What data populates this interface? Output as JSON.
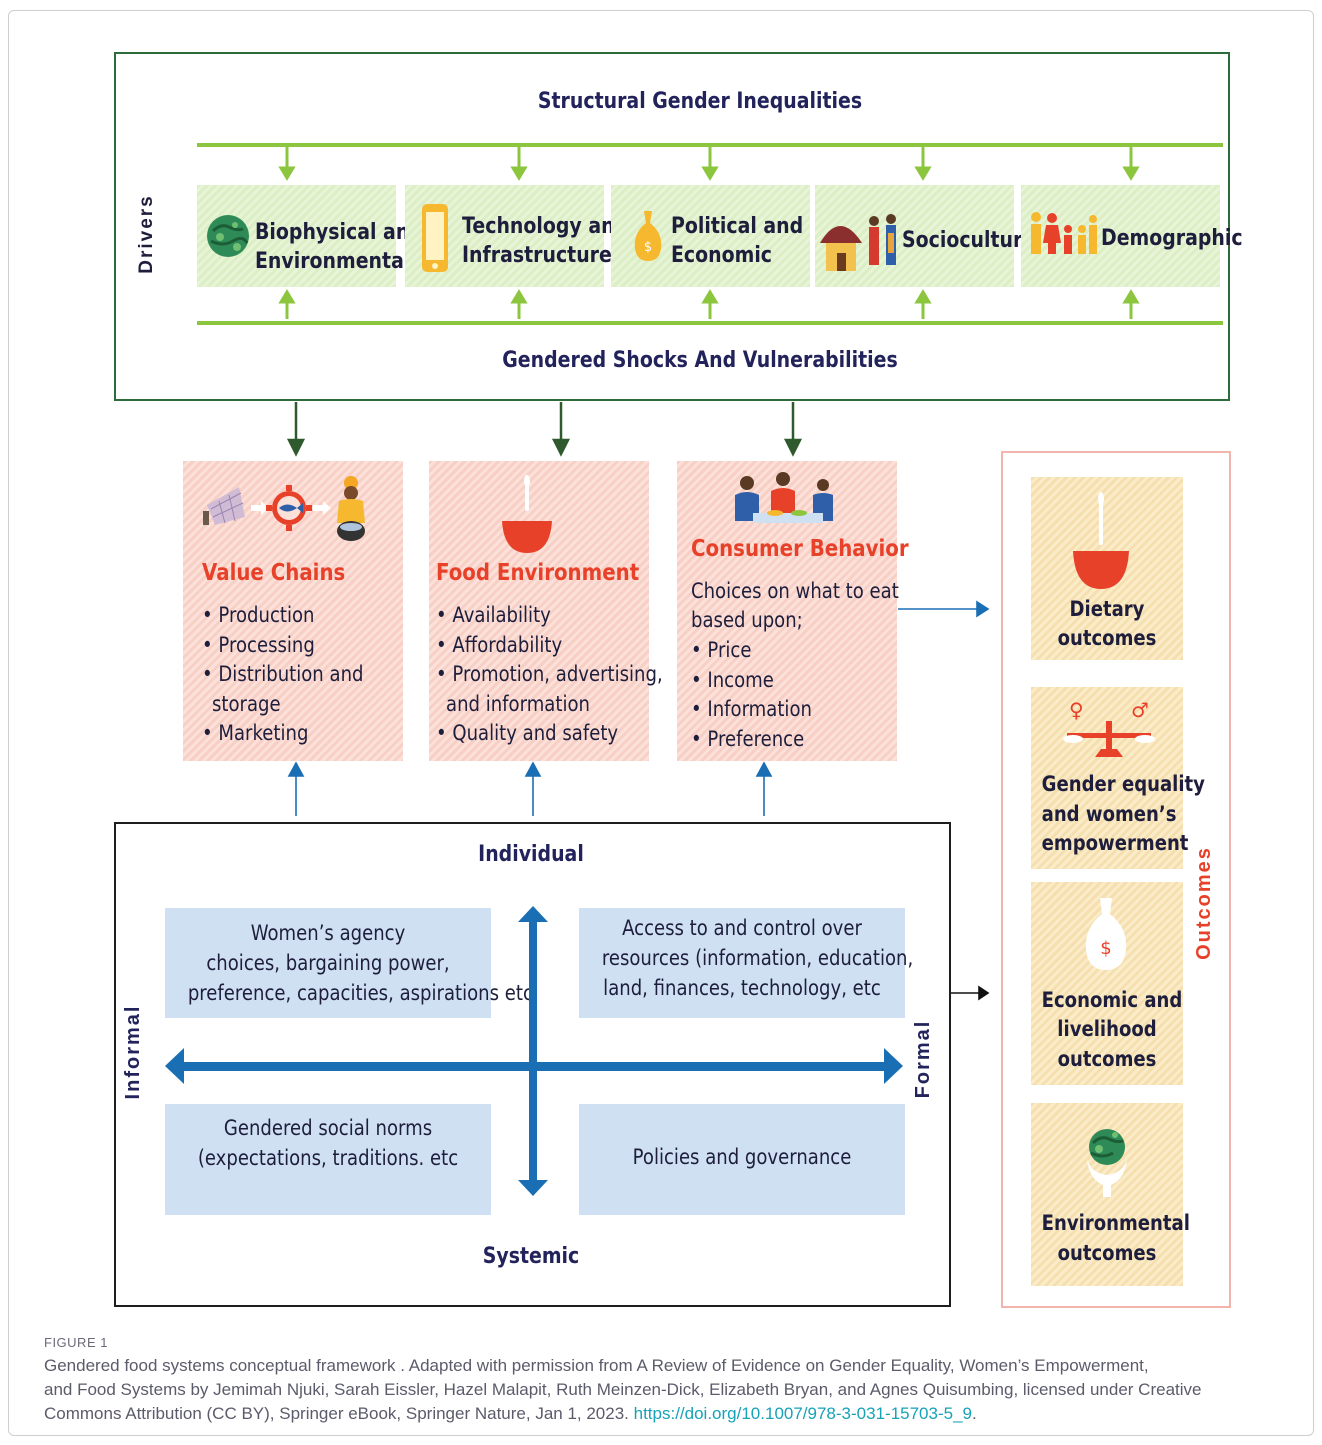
{
  "drivers": {
    "top_label": "Structural Gender Inequalities",
    "bottom_label": "Gendered Shocks And Vulnerabilities",
    "side_label": "Drivers",
    "cards": [
      {
        "line1": "Biophysical and",
        "line2": "Environmental",
        "icon": "globe-icon"
      },
      {
        "line1": "Technology and",
        "line2": "Infrastructure",
        "icon": "phone-icon"
      },
      {
        "line1": "Political and",
        "line2": "Economic",
        "icon": "money-bag-icon"
      },
      {
        "line1": "Sociocultural",
        "icon": "hut-people-icon"
      },
      {
        "line1": "Demographic",
        "icon": "family-icon"
      }
    ]
  },
  "food_system": {
    "value_chains": {
      "title": "Value Chains",
      "items": [
        "Production",
        "Processing",
        "Distribution and",
        "storage",
        "Marketing"
      ]
    },
    "food_environment": {
      "title": "Food Environment",
      "items": [
        "Availability",
        "Affordability",
        "Promotion, advertising,",
        "and information",
        "Quality and safety"
      ]
    },
    "consumer_behavior": {
      "title": "Consumer Behavior",
      "intro1": "Choices on what to eat",
      "intro2": "based upon;",
      "items": [
        "Price",
        "Income",
        "Information",
        "Preference"
      ]
    }
  },
  "agency_matrix": {
    "top": "Individual",
    "bottom": "Systemic",
    "left": "Informal",
    "right": "Formal",
    "quadrants": {
      "top_left": [
        "Women’s agency",
        "choices, bargaining power,",
        "preference, capacities, aspirations etc"
      ],
      "top_right": [
        "Access to and control over",
        "resources (information, education,",
        "land, finances, technology, etc"
      ],
      "bottom_left": [
        "Gendered social norms",
        "(expectations, traditions. etc"
      ],
      "bottom_right": [
        "Policies and governance"
      ]
    }
  },
  "outcomes": {
    "side_label": "Outcomes",
    "cards": [
      {
        "lines": [
          "Dietary",
          "outcomes"
        ],
        "icon": "bowl-icon"
      },
      {
        "lines": [
          "Gender equality",
          "and women’s",
          "empowerment"
        ],
        "icon": "scale-icon"
      },
      {
        "lines": [
          "Economic and",
          "livelihood",
          "outcomes"
        ],
        "icon": "money-bag-icon"
      },
      {
        "lines": [
          "Environmental",
          "outcomes"
        ],
        "icon": "globe-hands-icon"
      }
    ]
  },
  "caption": {
    "figure_label": "FIGURE 1",
    "line1": "Gendered food systems conceptual framework . Adapted with permission from A Review of Evidence on Gender Equality, Women’s Empowerment,",
    "line2": "and Food Systems by Jemimah Njuki, Sarah Eissler, Hazel Malapit, Ruth Meinzen-Dick, Elizabeth Bryan, and Agnes Quisumbing, licensed under Creative",
    "line3": "Commons Attribution (CC BY), Springer eBook, Springer Nature, Jan 1, 2023.",
    "link": "https://doi.org/10.1007/978-3-031-15703-5_9",
    "end": "."
  },
  "colors": {
    "driver_border": "#2e6b3a",
    "driver_line": "#8cc63f",
    "title_red": "#e8412a",
    "navy_text": "#23235c",
    "blue_arrow": "#1a6fb4",
    "outcomes_red": "#e8412a"
  }
}
